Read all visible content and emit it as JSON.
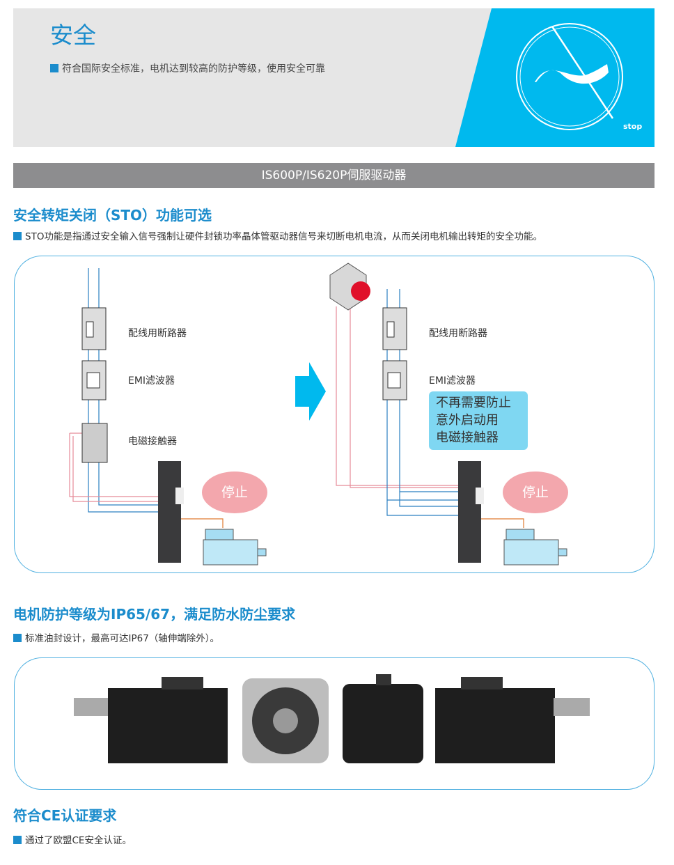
{
  "hero": {
    "title": "安全",
    "bullet": "符合国际安全标准，电机达到较高的防护等级，使用安全可靠",
    "logo_text": "stop"
  },
  "bar": {
    "title": "IS600P/IS620P伺服驱动器"
  },
  "sto": {
    "heading": "安全转矩关闭（STO）功能可选",
    "desc": "STO功能是指通过安全输入信号强制让硬件封锁功率晶体管驱动器信号来切断电机电流，从而关闭电机输出转矩的安全功能。",
    "left": {
      "breaker": "配线用断路器",
      "emi": "EMI滤波器",
      "contactor": "电磁接触器",
      "stop": "停止"
    },
    "right": {
      "breaker": "配线用断路器",
      "emi": "EMI滤波器",
      "note": [
        "不再需要防止",
        "意外启动用",
        "电磁接触器"
      ],
      "stop": "停止"
    }
  },
  "ip": {
    "heading": "电机防护等级为IP65/67，满足防水防尘要求",
    "desc": "标准油封设计，最高可达IP67（轴伸端除外）。"
  },
  "ce": {
    "heading": "符合CE认证要求",
    "desc": "通过了欧盟CE安全认证。"
  },
  "colors": {
    "accent": "#1b8ccc",
    "cyan": "#00b9ee",
    "bar": "#8d8d8f"
  }
}
